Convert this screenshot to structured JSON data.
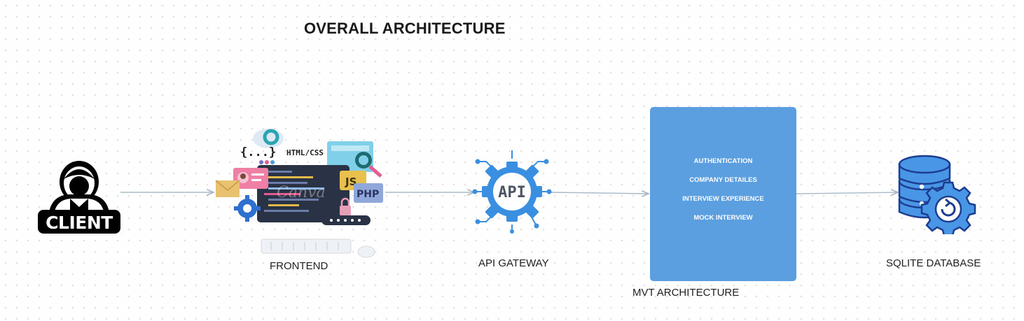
{
  "title": "OVERALL ARCHITECTURE",
  "nodes": {
    "client": {
      "label": "CLIENT",
      "icon": "user-icon"
    },
    "frontend": {
      "label": "FRONTEND",
      "icon": "web-development-illustration-icon",
      "badges": {
        "html_css": "HTML/CSS",
        "braces": "{...}",
        "js": "JS",
        "php": "PHP"
      },
      "watermark": "Canva"
    },
    "api_gateway": {
      "label": "API GATEWAY",
      "icon": "api-gear-icon",
      "icon_text": "API"
    },
    "mvt": {
      "label": "MVT ARCHITECTURE",
      "items": [
        "AUTHENTICATION",
        "COMPANY DETAILES",
        "INTERVIEW EXPERIENCE",
        "MOCK INTERVIEW"
      ]
    },
    "database": {
      "label": "SQLITE DATABASE",
      "icon": "database-gear-icon"
    }
  },
  "colors": {
    "accent_blue": "#5b9fe0",
    "icon_blue": "#3b8fe0",
    "connector": "#a9b8c6",
    "text": "#1f1f1f"
  }
}
